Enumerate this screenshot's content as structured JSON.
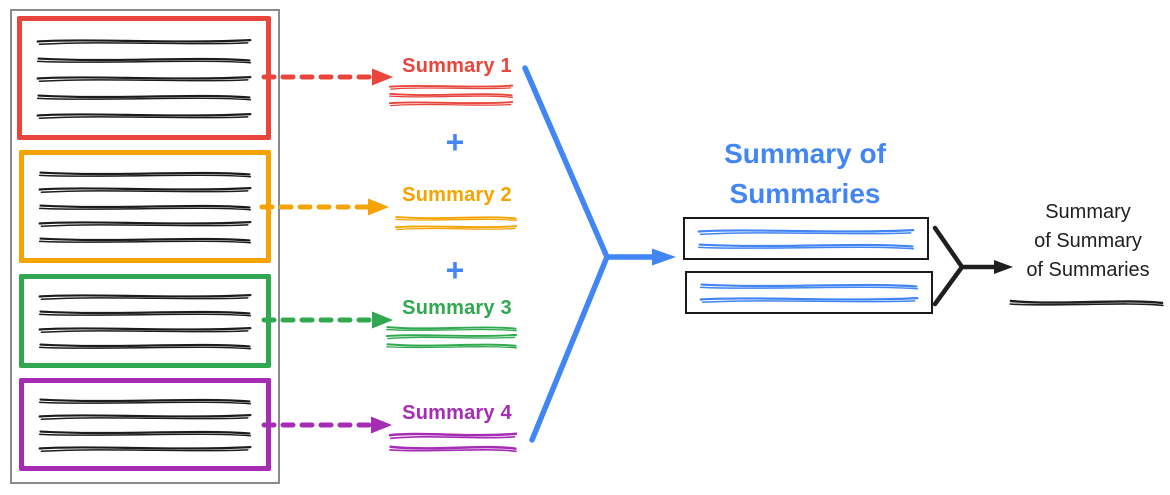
{
  "summaries": [
    {
      "label": "Summary 1",
      "color": "#e8453c"
    },
    {
      "label": "Summary 2",
      "color": "#f5a300"
    },
    {
      "label": "Summary 3",
      "color": "#2fa84f"
    },
    {
      "label": "Summary 4",
      "color": "#a62bb5"
    }
  ],
  "operators": {
    "plus": "+",
    "plus_color": "#4285f4"
  },
  "merge": {
    "title": "Summary of Summaries",
    "title_color": "#4285f4",
    "scribble_color": "#4285f4",
    "box_border_color": "#1a1a1a"
  },
  "final": {
    "label_lines": [
      "Summary",
      "of Summary",
      "of Summaries"
    ],
    "color": "#1f1f1f"
  },
  "document": {
    "outline_color": "#8a8a8a",
    "ink_color": "#1c1c1c"
  }
}
